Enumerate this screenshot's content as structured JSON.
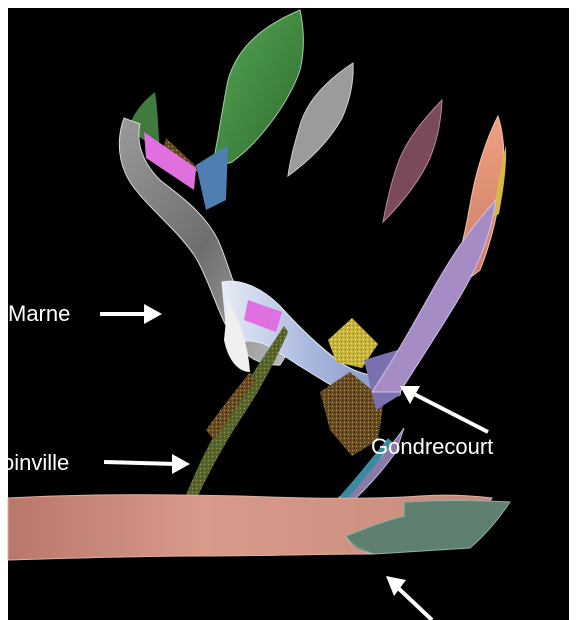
{
  "labels": {
    "marne": "Marne",
    "joinville": "oinville",
    "gondrecourt": "Gondrecourt"
  },
  "colors": {
    "background": "#000000",
    "frame": "#ffffff",
    "arrow": "#ffffff",
    "base_sheet": "#c98a7a",
    "base_sheet_green": "#5f7f70",
    "grey_ribbon": "#8a8a8a",
    "green_sheet": "#3f8a3f",
    "blue_sheet": "#a9b9dd",
    "pink_sheet": "#e36ee0",
    "yellow_sheet": "#d8c848",
    "salmon_sheet": "#e8957a",
    "mauve_sheet": "#7a4a5c"
  }
}
